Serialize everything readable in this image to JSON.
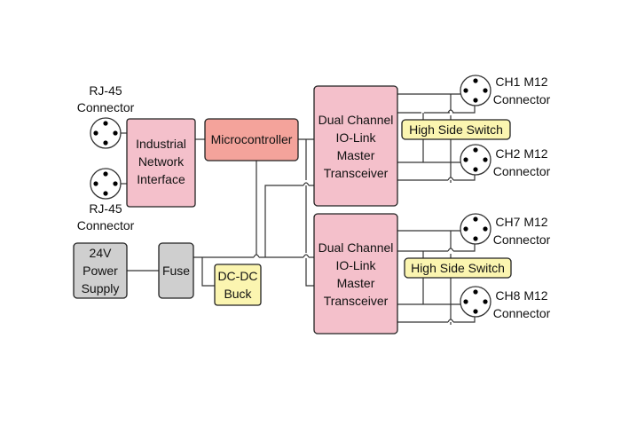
{
  "colors": {
    "pink": "#f4c0cb",
    "salmon": "#f4a39b",
    "yellow": "#fbf5b0",
    "gray": "#cfcfcf",
    "wire": "#333333"
  },
  "blocks": {
    "industrial_network_interface": [
      "Industrial",
      "Network",
      "Interface"
    ],
    "microcontroller": [
      "Microcontroller"
    ],
    "transceiver_top": [
      "Dual Channel",
      "IO-Link",
      "Master",
      "Transceiver"
    ],
    "transceiver_bottom": [
      "Dual Channel",
      "IO-Link",
      "Master",
      "Transceiver"
    ],
    "power_supply": [
      "24V",
      "Power",
      "Supply"
    ],
    "fuse": [
      "Fuse"
    ],
    "dcdc_buck": [
      "DC-DC",
      "Buck"
    ],
    "high_side_switch_top": [
      "High Side Switch"
    ],
    "high_side_switch_bottom": [
      "High Side Switch"
    ]
  },
  "connectors": {
    "rj45_top": [
      "RJ-45",
      "Connector"
    ],
    "rj45_bottom": [
      "RJ-45",
      "Connector"
    ],
    "ch1": [
      "CH1 M12",
      "Connector"
    ],
    "ch2": [
      "CH2 M12",
      "Connector"
    ],
    "ch7": [
      "CH7 M12",
      "Connector"
    ],
    "ch8": [
      "CH8 M12",
      "Connector"
    ]
  }
}
